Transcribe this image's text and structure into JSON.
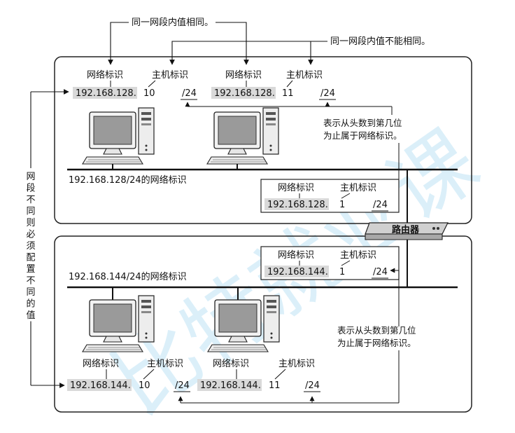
{
  "top_note_same": "同一网段内值相同。",
  "top_note_diff": "同一网段内值不能相同。",
  "left_note": "网段不同则必须配置不同的值",
  "network_label": "网络标识",
  "host_label": "主机标识",
  "upper": {
    "host_a": {
      "net": "192.168.128.",
      "host": "10",
      "prefix": "/24"
    },
    "host_b": {
      "net": "192.168.128.",
      "host": "11",
      "prefix": "/24"
    },
    "segment_label": "192.168.128/24的网络标识",
    "router_if": {
      "net": "192.168.128.",
      "host": "1",
      "prefix": "/24"
    },
    "note_line1": "表示从头数到第几位",
    "note_line2": "为止属于网络标识。"
  },
  "router_label": "路由器",
  "lower": {
    "router_if": {
      "net": "192.168.144.",
      "host": "1",
      "prefix": "/24"
    },
    "segment_label": "192.168.144/24的网络标识",
    "host_a": {
      "net": "192.168.144.",
      "host": "10",
      "prefix": "/24"
    },
    "host_b": {
      "net": "192.168.144.",
      "host": "11",
      "prefix": "/24"
    },
    "note_line1": "表示从头数到第几位",
    "note_line2": "为止属于网络标识。"
  },
  "watermark": "比特就业课"
}
